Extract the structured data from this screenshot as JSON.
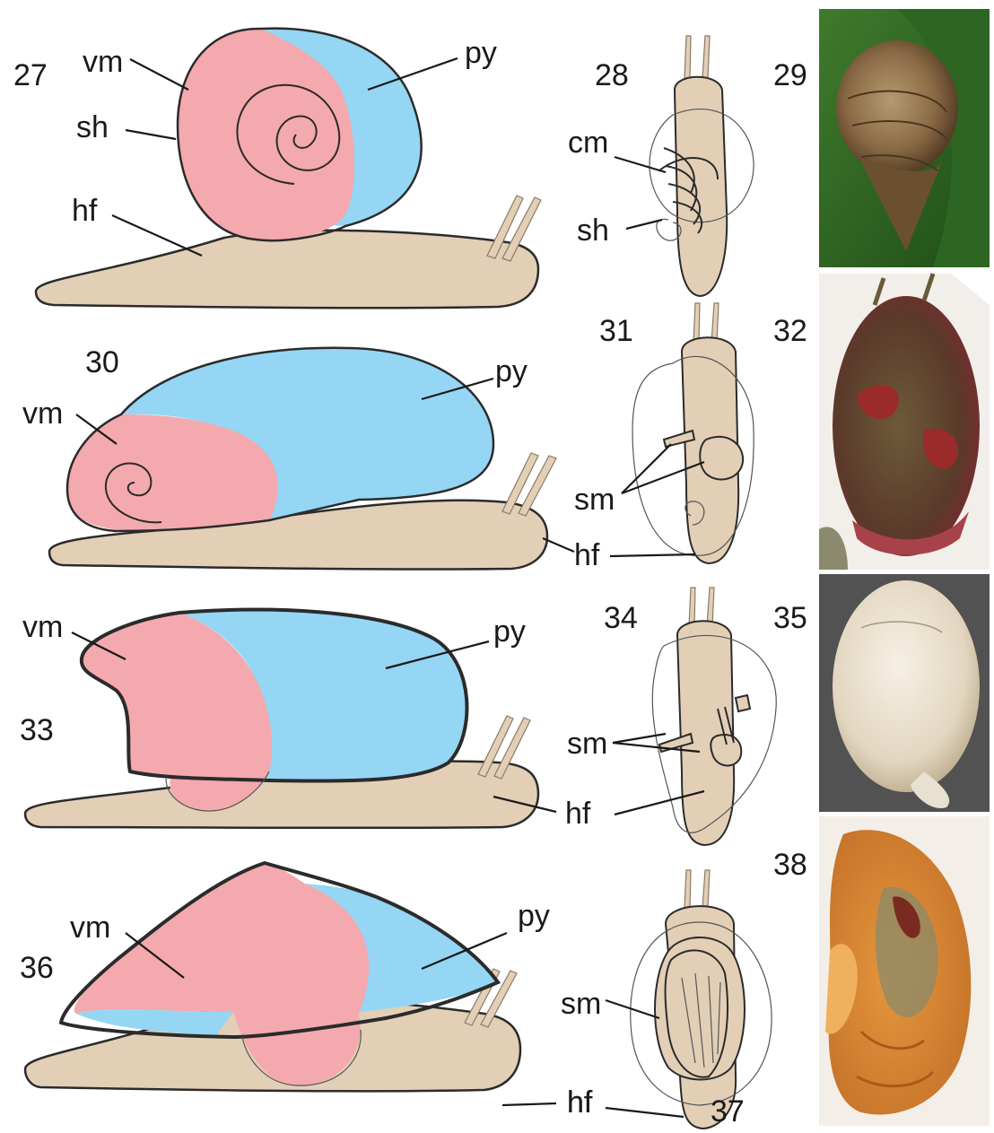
{
  "figure_numbers": {
    "f27": "27",
    "f28": "28",
    "f29": "29",
    "f30": "30",
    "f31": "31",
    "f32": "32",
    "f33": "33",
    "f34": "34",
    "f35": "35",
    "f36": "36",
    "f37": "37",
    "f38": "38"
  },
  "labels": {
    "vm": "vm",
    "py": "py",
    "sh": "sh",
    "hf": "hf",
    "cm": "cm",
    "sm": "sm"
  },
  "colors": {
    "visceral_mass": "#f4a9ae",
    "pallial_cavity": "#94d6f3",
    "foot": "#e2cfb6"
  },
  "photos": [
    "snail-shell-photo",
    "reddish-shell-photo",
    "white-shell-photo",
    "orange-slug-photo"
  ]
}
